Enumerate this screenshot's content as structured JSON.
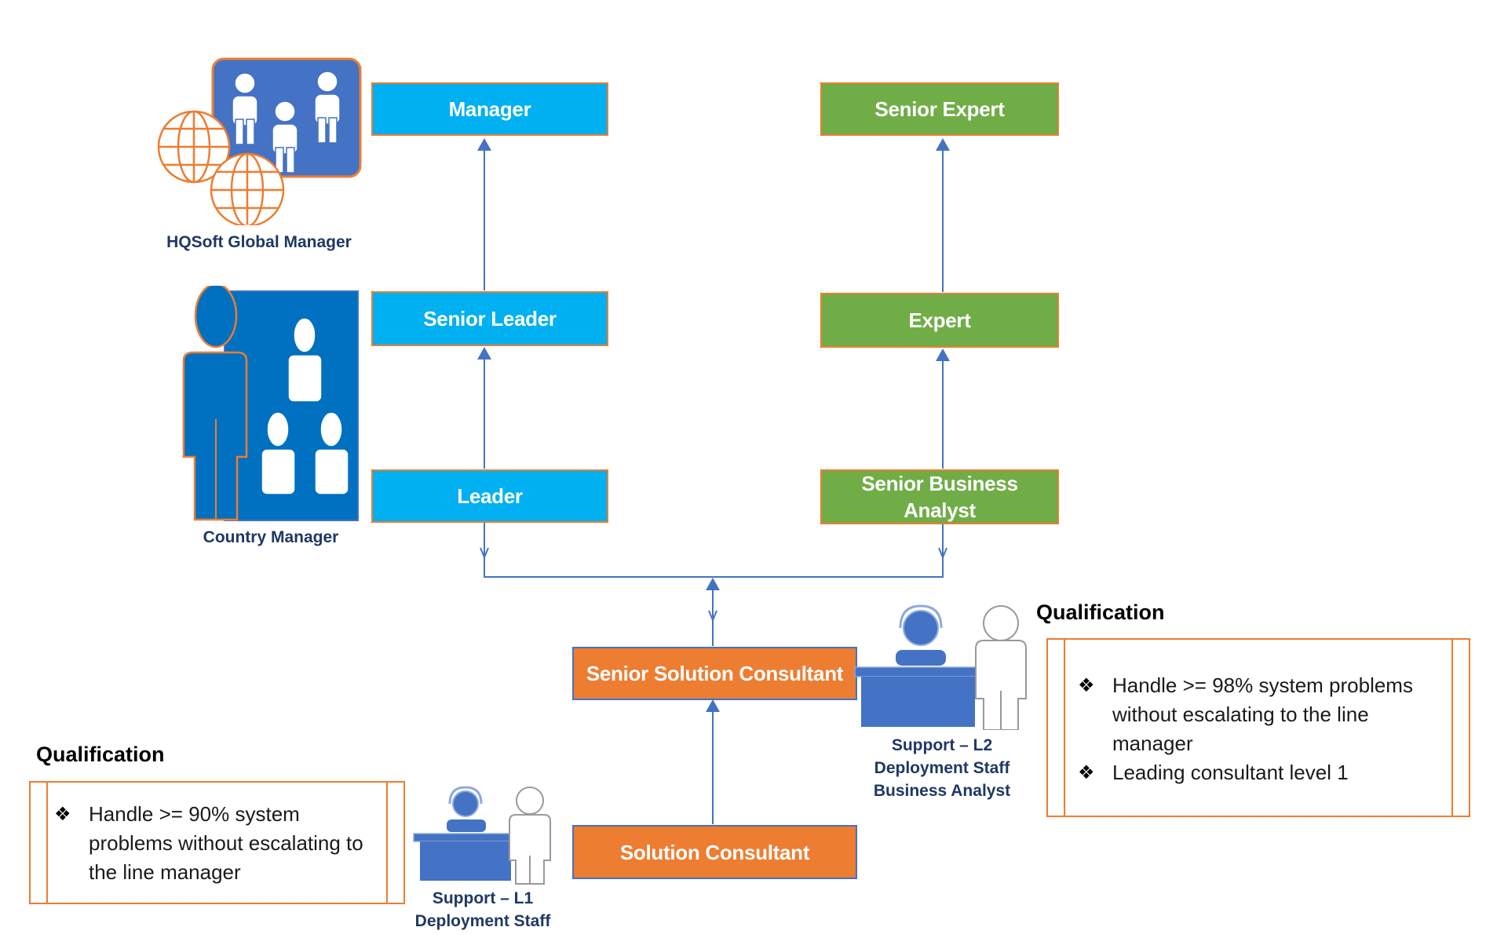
{
  "roles": {
    "manager": "Manager",
    "senior_leader": "Senior Leader",
    "leader": "Leader",
    "senior_expert": "Senior Expert",
    "expert": "Expert",
    "senior_business_analyst": "Senior Business Analyst",
    "senior_solution_consultant": "Senior Solution Consultant",
    "solution_consultant": "Solution Consultant"
  },
  "captions": {
    "hqsoft_global_manager": "HQSoft Global Manager",
    "country_manager": "Country Manager",
    "support_l2": [
      "Support – L2",
      "Deployment Staff",
      "Business Analyst"
    ],
    "support_l1": [
      "Support – L1",
      "Deployment Staff"
    ]
  },
  "qualification_senior": {
    "title": "Qualification",
    "bullet_symbol": "❖",
    "items": [
      "Handle >= 98% system problems without escalating to the line manager",
      "Leading consultant level 1"
    ]
  },
  "qualification_junior": {
    "title": "Qualification",
    "bullet_symbol": "❖",
    "items": [
      "Handle >= 90% system problems without escalating to the line manager"
    ]
  },
  "icons": [
    "global-team-icon",
    "country-manager-icon",
    "support-desk-l2-icon",
    "support-desk-l1-icon"
  ],
  "colors": {
    "management_track": "#00b0f0",
    "expert_track": "#70ad47",
    "consultant_track": "#ed7d31",
    "connector": "#4472c4",
    "icon_blue": "#0070c0",
    "border_orange": "#ed7d31"
  }
}
